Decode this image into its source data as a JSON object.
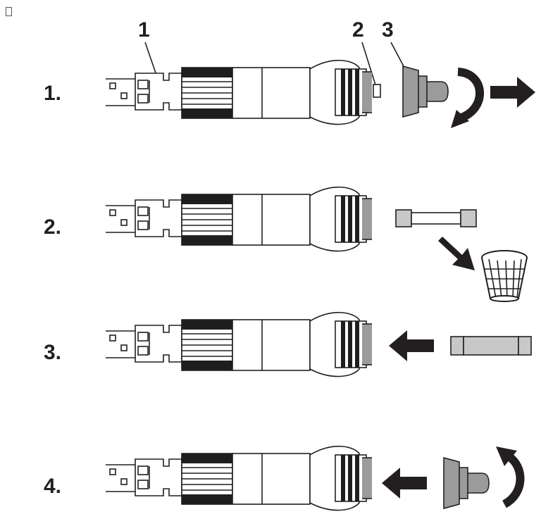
{
  "callouts": {
    "part1": "1",
    "part2": "2",
    "part3": "3"
  },
  "steps": [
    {
      "label": "1."
    },
    {
      "label": "2."
    },
    {
      "label": "3."
    },
    {
      "label": "4."
    }
  ],
  "colors": {
    "ink": "#231f20",
    "part_gray": "#9b9b9b",
    "background": "#ffffff"
  }
}
